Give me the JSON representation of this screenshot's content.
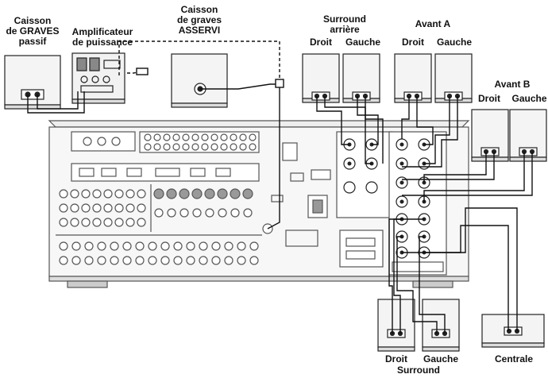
{
  "labels": {
    "passive_sub_1": "Caisson",
    "passive_sub_2": "de GRAVES",
    "passive_sub_3": "passif",
    "amp_1": "Amplificateur",
    "amp_2": "de puissance",
    "powered_sub_1": "Caisson",
    "powered_sub_2": "de graves",
    "powered_sub_3": "ASSERVI",
    "surround_back_1": "Surround",
    "surround_back_2": "arrière",
    "surround_back_right": "Droit",
    "surround_back_left": "Gauche",
    "front_a": "Avant A",
    "front_a_right": "Droit",
    "front_a_left": "Gauche",
    "front_b": "Avant B",
    "front_b_right": "Droit",
    "front_b_left": "Gauche",
    "surround_right": "Droit",
    "surround_left": "Gauche",
    "surround": "Surround",
    "center": "Centrale"
  }
}
